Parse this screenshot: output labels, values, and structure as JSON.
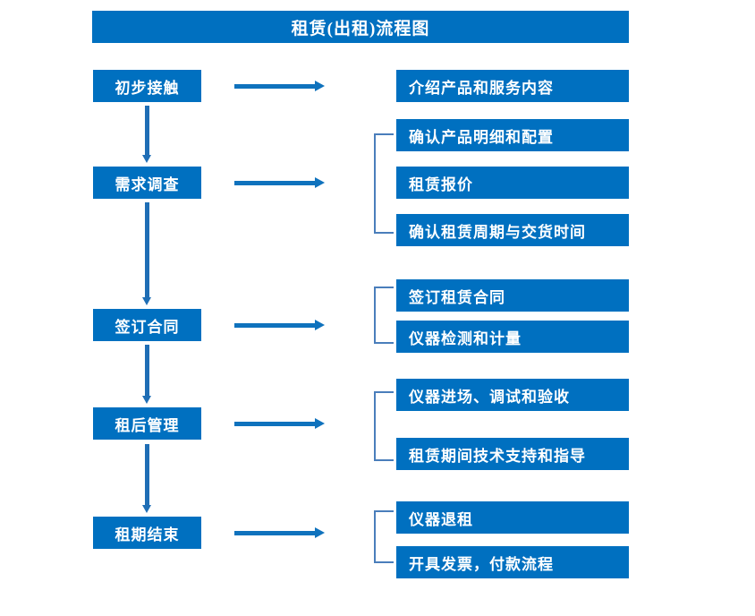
{
  "diagram": {
    "title": "租赁(出租)流程图",
    "type": "flowchart",
    "colors": {
      "node_fill": "#0070c0",
      "node_text": "#ffffff",
      "arrow": "#1f6eb5",
      "bracket": "#4a7ebb",
      "background": "#ffffff"
    },
    "stages": [
      {
        "id": "stage-1",
        "label": "初步接触"
      },
      {
        "id": "stage-2",
        "label": "需求调查"
      },
      {
        "id": "stage-3",
        "label": "签订合同"
      },
      {
        "id": "stage-4",
        "label": "租后管理"
      },
      {
        "id": "stage-5",
        "label": "租期结束"
      }
    ],
    "details": [
      {
        "id": "detail-1",
        "label": "介绍产品和服务内容"
      },
      {
        "id": "detail-2",
        "label": "确认产品明细和配置"
      },
      {
        "id": "detail-3",
        "label": "租赁报价"
      },
      {
        "id": "detail-4",
        "label": "确认租赁周期与交货时间"
      },
      {
        "id": "detail-5",
        "label": "签订租赁合同"
      },
      {
        "id": "detail-6",
        "label": "仪器检测和计量"
      },
      {
        "id": "detail-7",
        "label": "仪器进场、调试和验收"
      },
      {
        "id": "detail-8",
        "label": "租赁期间技术支持和指导"
      },
      {
        "id": "detail-9",
        "label": "仪器退租"
      },
      {
        "id": "detail-10",
        "label": "开具发票，付款流程"
      }
    ],
    "connections": {
      "vertical_flow": [
        "初步接触",
        "需求调查",
        "签订合同",
        "租后管理",
        "租期结束"
      ],
      "horizontal_links": [
        {
          "from": "初步接触",
          "to": [
            "介绍产品和服务内容"
          ]
        },
        {
          "from": "需求调查",
          "to": [
            "确认产品明细和配置",
            "租赁报价",
            "确认租赁周期与交货时间"
          ]
        },
        {
          "from": "签订合同",
          "to": [
            "签订租赁合同",
            "仪器检测和计量"
          ]
        },
        {
          "from": "租后管理",
          "to": [
            "仪器进场、调试和验收",
            "租赁期间技术支持和指导"
          ]
        },
        {
          "from": "租期结束",
          "to": [
            "仪器退租",
            "开具发票，付款流程"
          ]
        }
      ]
    }
  }
}
